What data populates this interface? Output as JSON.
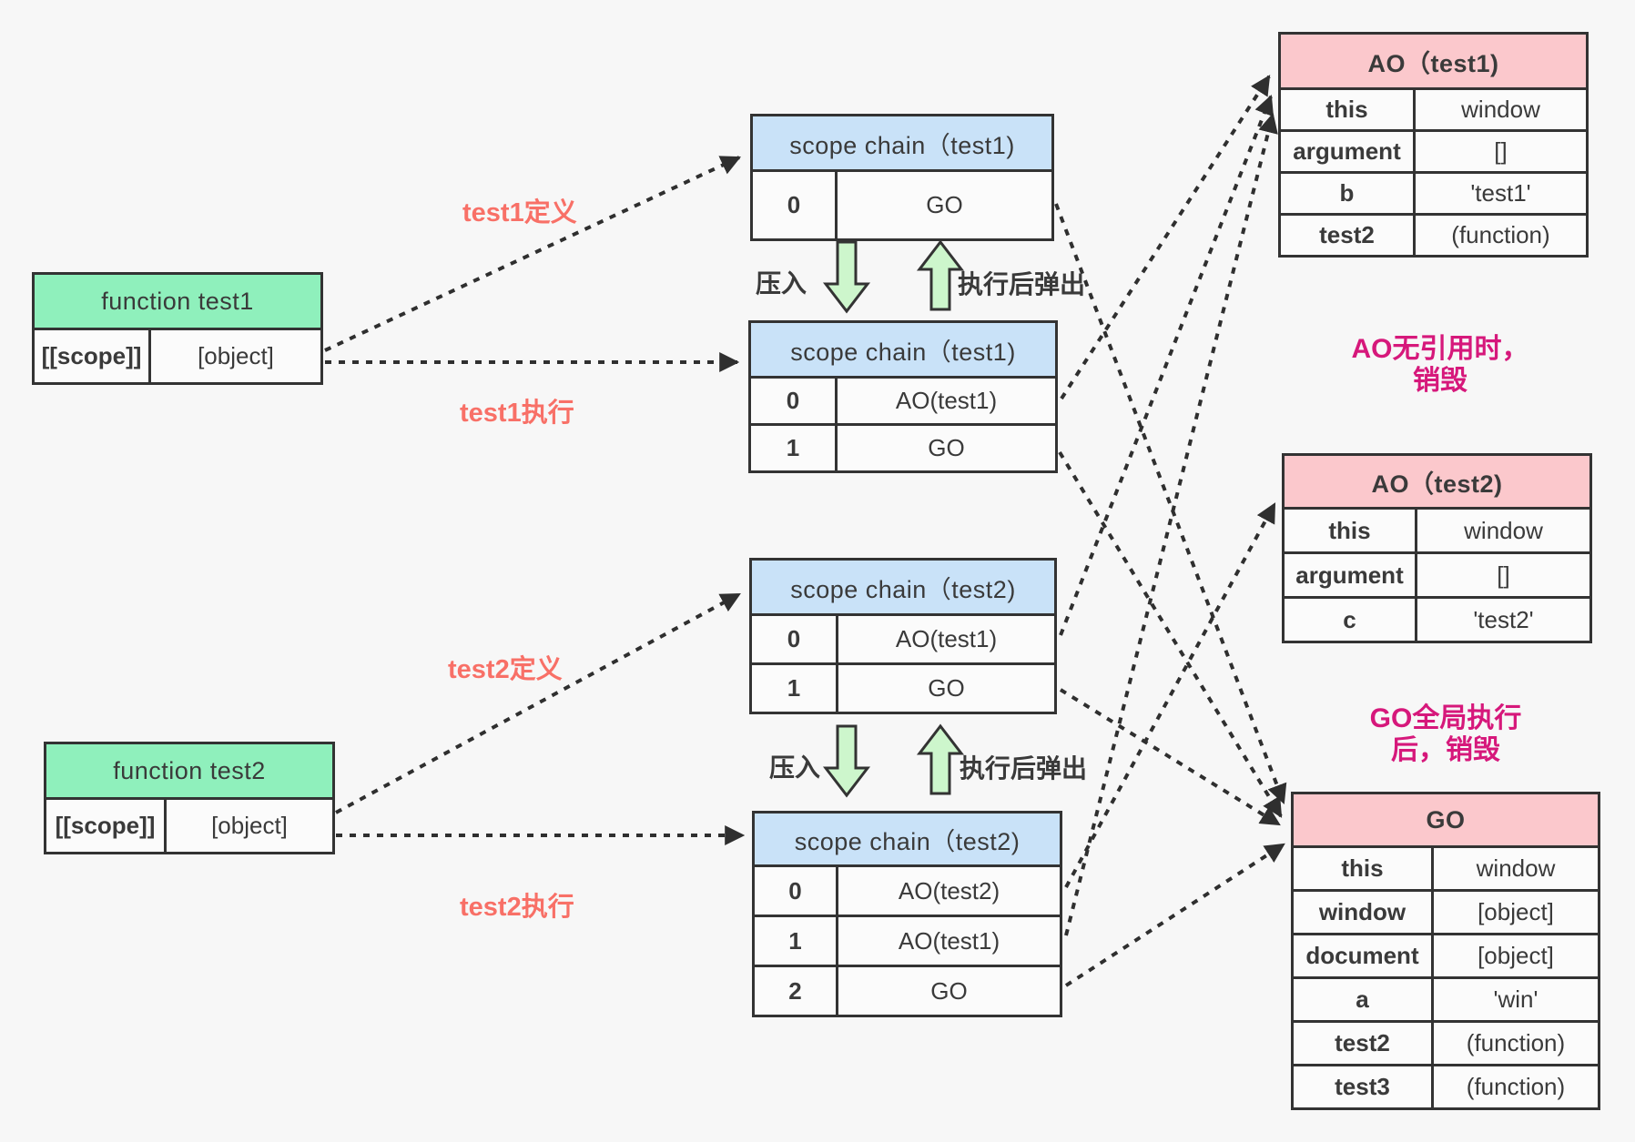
{
  "colors": {
    "background": "#f7f7f7",
    "function_header": "#8ff0bc",
    "scope_header": "#c9e2f8",
    "object_header": "#fbc8cc",
    "border": "#333333",
    "connector": "#2f2f2f",
    "push_arrow_fill": "#cdf6cc",
    "red_label": "#f87067",
    "magenta_label": "#d6187b"
  },
  "function_boxes": {
    "test1": {
      "title": "function test1",
      "scope_key": "[[scope]]",
      "scope_value": "[object]"
    },
    "test2": {
      "title": "function test2",
      "scope_key": "[[scope]]",
      "scope_value": "[object]"
    }
  },
  "scope_chains": {
    "test1_define": {
      "title": "scope chain（test1)",
      "rows": [
        {
          "index": "0",
          "value": "GO"
        }
      ]
    },
    "test1_exec": {
      "title": "scope chain（test1)",
      "rows": [
        {
          "index": "0",
          "value": "AO(test1)"
        },
        {
          "index": "1",
          "value": "GO"
        }
      ]
    },
    "test2_define": {
      "title": "scope chain（test2)",
      "rows": [
        {
          "index": "0",
          "value": "AO(test1)"
        },
        {
          "index": "1",
          "value": "GO"
        }
      ]
    },
    "test2_exec": {
      "title": "scope chain（test2)",
      "rows": [
        {
          "index": "0",
          "value": "AO(test2)"
        },
        {
          "index": "1",
          "value": "AO(test1)"
        },
        {
          "index": "2",
          "value": "GO"
        }
      ]
    }
  },
  "objects": {
    "ao_test1": {
      "title": "AO（test1)",
      "rows": [
        {
          "key": "this",
          "value": "window"
        },
        {
          "key": "argument",
          "value": "[]"
        },
        {
          "key": "b",
          "value": "'test1'"
        },
        {
          "key": "test2",
          "value": "(function)"
        }
      ]
    },
    "ao_test2": {
      "title": "AO（test2)",
      "rows": [
        {
          "key": "this",
          "value": "window"
        },
        {
          "key": "argument",
          "value": "[]"
        },
        {
          "key": "c",
          "value": "'test2'"
        }
      ]
    },
    "go": {
      "title": "GO",
      "rows": [
        {
          "key": "this",
          "value": "window"
        },
        {
          "key": "window",
          "value": "[object]"
        },
        {
          "key": "document",
          "value": "[object]"
        },
        {
          "key": "a",
          "value": "'win'"
        },
        {
          "key": "test2",
          "value": "(function)"
        },
        {
          "key": "test3",
          "value": "(function)"
        }
      ]
    }
  },
  "labels": {
    "test1_define": "test1定义",
    "test1_exec": "test1执行",
    "test2_define": "test2定义",
    "test2_exec": "test2执行",
    "push_1": "压入",
    "pop_1": "执行后弹出",
    "push_2": "压入",
    "pop_2": "执行后弹出",
    "ao_destroy_line1": "AO无引用时，",
    "ao_destroy_line2": "销毁",
    "go_destroy_line1": "GO全局执行",
    "go_destroy_line2": "后，销毁"
  }
}
